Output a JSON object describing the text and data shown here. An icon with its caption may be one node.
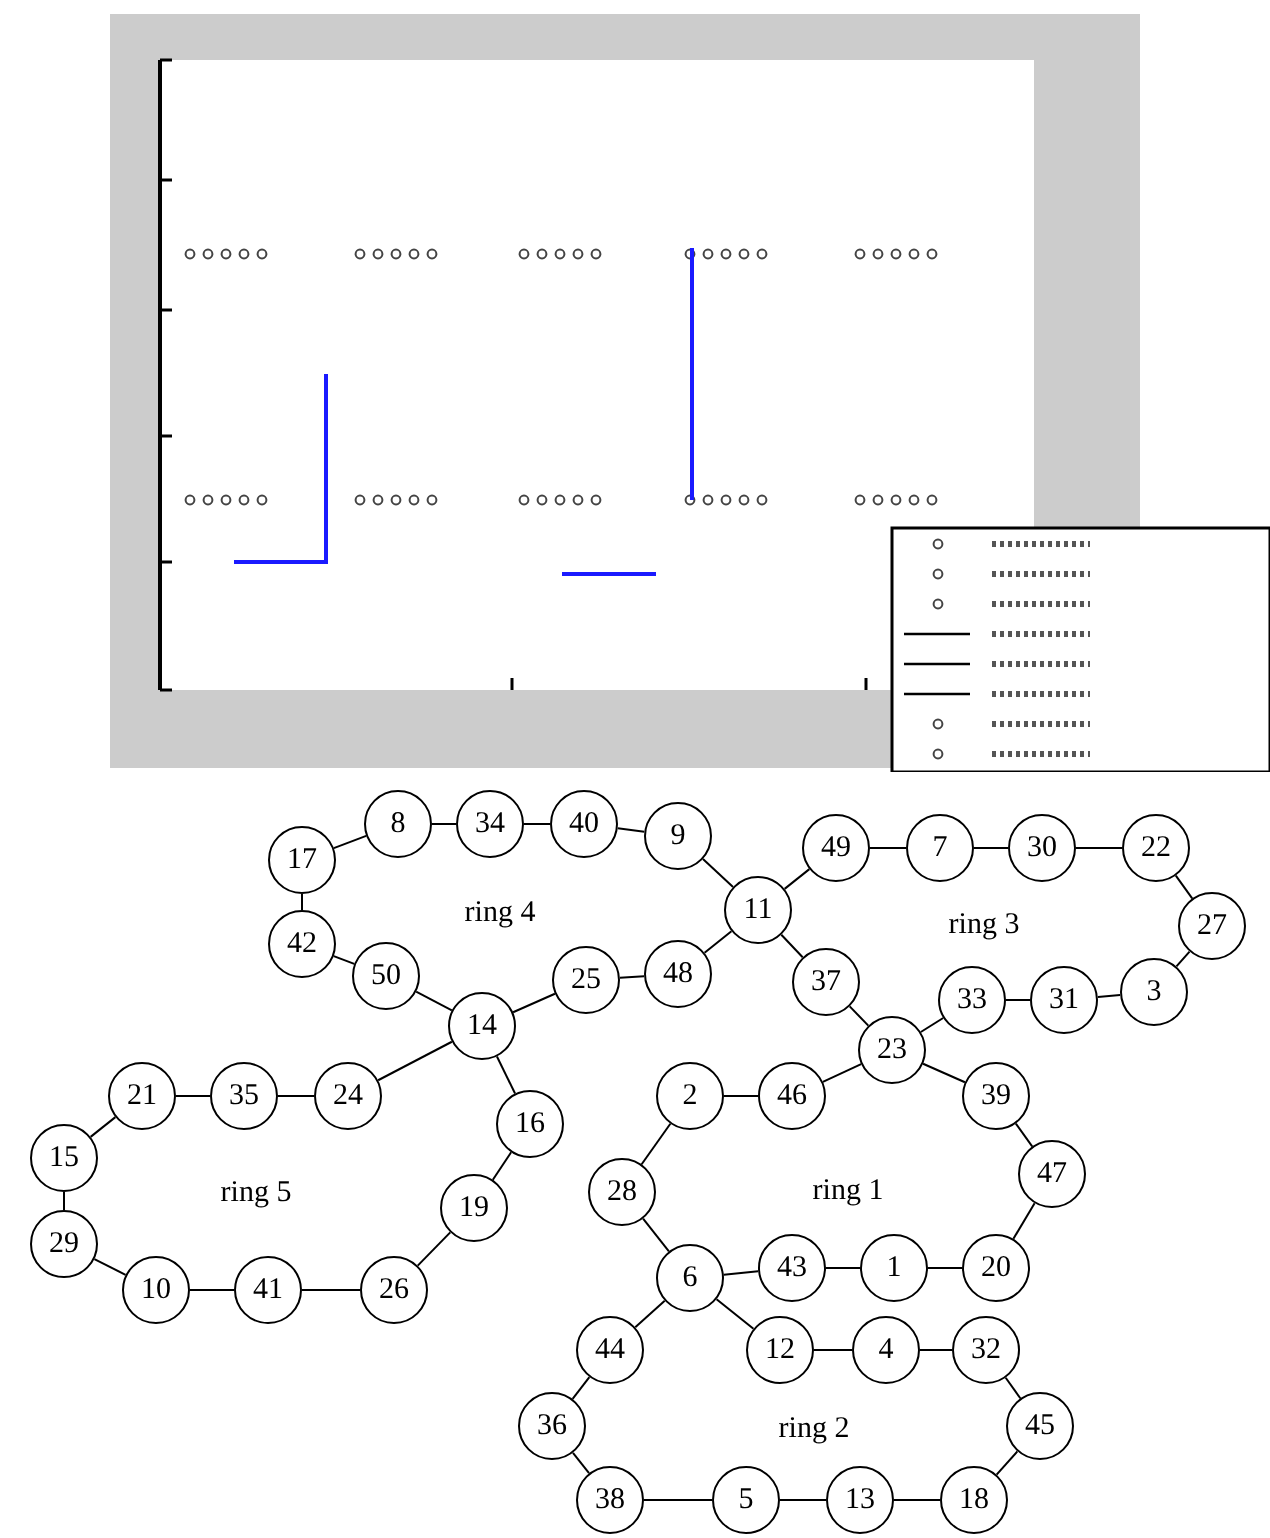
{
  "diagram": {
    "nodes": [
      {
        "text": [
          "8"
        ]
      },
      {
        "text": [
          "34"
        ]
      },
      {
        "text": [
          "40"
        ]
      },
      {
        "text": [
          "9"
        ]
      },
      {
        "text": [
          "17"
        ]
      },
      {
        "text": [
          "11"
        ]
      },
      {
        "text": [
          "49"
        ]
      },
      {
        "text": [
          "7"
        ]
      },
      {
        "text": [
          "30"
        ]
      },
      {
        "text": [
          "22"
        ]
      },
      {
        "text": [
          "27"
        ]
      },
      {
        "text": [
          "42"
        ]
      },
      {
        "text": [
          "50"
        ]
      },
      {
        "text": [
          "25"
        ]
      },
      {
        "text": [
          "48"
        ]
      },
      {
        "text": [
          "37"
        ]
      },
      {
        "text": [
          "33"
        ]
      },
      {
        "text": [
          "31"
        ]
      },
      {
        "text": [
          "3"
        ]
      },
      {
        "text": [
          "14"
        ]
      },
      {
        "text": [
          "23"
        ]
      },
      {
        "text": [
          "21"
        ]
      },
      {
        "text": [
          "35"
        ]
      },
      {
        "text": [
          "24"
        ]
      },
      {
        "text": [
          "2"
        ]
      },
      {
        "text": [
          "46"
        ]
      },
      {
        "text": [
          "39"
        ]
      },
      {
        "text": [
          "16"
        ]
      },
      {
        "text": [
          "15"
        ]
      },
      {
        "text": [
          "28"
        ]
      },
      {
        "text": [
          "19"
        ]
      },
      {
        "text": [
          "47"
        ]
      },
      {
        "text": [
          "6"
        ]
      },
      {
        "text": [
          "43"
        ]
      },
      {
        "text": [
          "1"
        ]
      },
      {
        "text": [
          "20"
        ]
      },
      {
        "text": [
          "29"
        ]
      },
      {
        "text": [
          "10"
        ]
      },
      {
        "text": [
          "41"
        ]
      },
      {
        "text": [
          "26"
        ]
      },
      {
        "text": [
          "44"
        ]
      },
      {
        "text": [
          "12"
        ]
      },
      {
        "text": [
          "4"
        ]
      },
      {
        "text": [
          "32"
        ]
      },
      {
        "text": [
          "36"
        ]
      },
      {
        "text": [
          "45"
        ]
      },
      {
        "text": [
          "38"
        ]
      },
      {
        "text": [
          "5"
        ]
      },
      {
        "text": [
          "13"
        ]
      },
      {
        "text": [
          "18"
        ]
      }
    ],
    "edges": [
      {
        "from": 4,
        "to": 0,
        "arrow": "none"
      },
      {
        "from": 0,
        "to": 1,
        "arrow": "none"
      },
      {
        "from": 1,
        "to": 2,
        "arrow": "none"
      },
      {
        "from": 2,
        "to": 3,
        "arrow": "none"
      },
      {
        "from": 3,
        "to": 5,
        "arrow": "none"
      },
      {
        "from": 5,
        "to": 6,
        "arrow": "none"
      },
      {
        "from": 6,
        "to": 7,
        "arrow": "none"
      },
      {
        "from": 7,
        "to": 8,
        "arrow": "none"
      },
      {
        "from": 8,
        "to": 9,
        "arrow": "none"
      },
      {
        "from": 9,
        "to": 10,
        "arrow": "none"
      },
      {
        "from": 10,
        "to": 18,
        "arrow": "none"
      },
      {
        "from": 18,
        "to": 17,
        "arrow": "none"
      },
      {
        "from": 17,
        "to": 16,
        "arrow": "none"
      },
      {
        "from": 16,
        "to": 20,
        "arrow": "none"
      },
      {
        "from": 5,
        "to": 14,
        "arrow": "none"
      },
      {
        "from": 14,
        "to": 13,
        "arrow": "none"
      },
      {
        "from": 13,
        "to": 19,
        "arrow": "none"
      },
      {
        "from": 19,
        "to": 12,
        "arrow": "none"
      },
      {
        "from": 12,
        "to": 11,
        "arrow": "none"
      },
      {
        "from": 11,
        "to": 4,
        "arrow": "none"
      },
      {
        "from": 5,
        "to": 15,
        "arrow": "none"
      },
      {
        "from": 15,
        "to": 20,
        "arrow": "none"
      },
      {
        "from": 20,
        "to": 25,
        "arrow": "none"
      },
      {
        "from": 25,
        "to": 24,
        "arrow": "none"
      },
      {
        "from": 20,
        "to": 26,
        "arrow": "none"
      },
      {
        "from": 26,
        "to": 31,
        "arrow": "none"
      },
      {
        "from": 31,
        "to": 35,
        "arrow": "none"
      },
      {
        "from": 35,
        "to": 34,
        "arrow": "none"
      },
      {
        "from": 34,
        "to": 33,
        "arrow": "none"
      },
      {
        "from": 33,
        "to": 32,
        "arrow": "none"
      },
      {
        "from": 32,
        "to": 29,
        "arrow": "none"
      },
      {
        "from": 29,
        "to": 24,
        "arrow": "none"
      },
      {
        "from": 19,
        "to": 23,
        "arrow": "none"
      },
      {
        "from": 23,
        "to": 22,
        "arrow": "none"
      },
      {
        "from": 22,
        "to": 21,
        "arrow": "none"
      },
      {
        "from": 21,
        "to": 28,
        "arrow": "none"
      },
      {
        "from": 28,
        "to": 36,
        "arrow": "none"
      },
      {
        "from": 36,
        "to": 37,
        "arrow": "none"
      },
      {
        "from": 37,
        "to": 38,
        "arrow": "none"
      },
      {
        "from": 38,
        "to": 39,
        "arrow": "none"
      },
      {
        "from": 39,
        "to": 30,
        "arrow": "none"
      },
      {
        "from": 30,
        "to": 27,
        "arrow": "none"
      },
      {
        "from": 27,
        "to": 19,
        "arrow": "none"
      },
      {
        "from": 32,
        "to": 40,
        "arrow": "none"
      },
      {
        "from": 40,
        "to": 44,
        "arrow": "none"
      },
      {
        "from": 44,
        "to": 46,
        "arrow": "none"
      },
      {
        "from": 46,
        "to": 47,
        "arrow": "none"
      },
      {
        "from": 47,
        "to": 48,
        "arrow": "none"
      },
      {
        "from": 48,
        "to": 49,
        "arrow": "none"
      },
      {
        "from": 49,
        "to": 45,
        "arrow": "none"
      },
      {
        "from": 45,
        "to": 43,
        "arrow": "none"
      },
      {
        "from": 43,
        "to": 42,
        "arrow": "none"
      },
      {
        "from": 42,
        "to": 41,
        "arrow": "none"
      },
      {
        "from": 41,
        "to": 32,
        "arrow": "none"
      }
    ],
    "labels": [
      "ring 4",
      "ring 3",
      "ring 5",
      "ring 1",
      "ring 2"
    ]
  }
}
